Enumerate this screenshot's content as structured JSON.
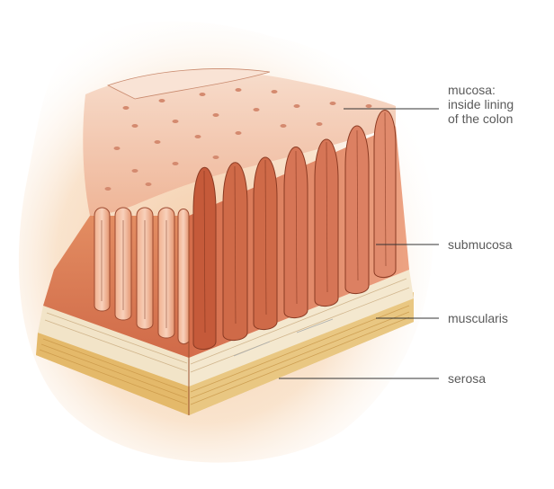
{
  "labels": {
    "mucosa": [
      "mucosa:",
      "inside lining",
      "of the colon"
    ],
    "submucosa": "submucosa",
    "muscularis": "muscularis",
    "serosa": "serosa"
  },
  "colors": {
    "halo": "#f5d2ad",
    "villus_fill": "#e0875a",
    "villus_dark": "#a6452a",
    "top_surface": "#f3c9ae",
    "submucosa": "#d97652",
    "muscularis": "#f1e2c0",
    "serosa": "#e2b968",
    "leader_line": "#333333",
    "label_text": "#5a5a5a"
  }
}
